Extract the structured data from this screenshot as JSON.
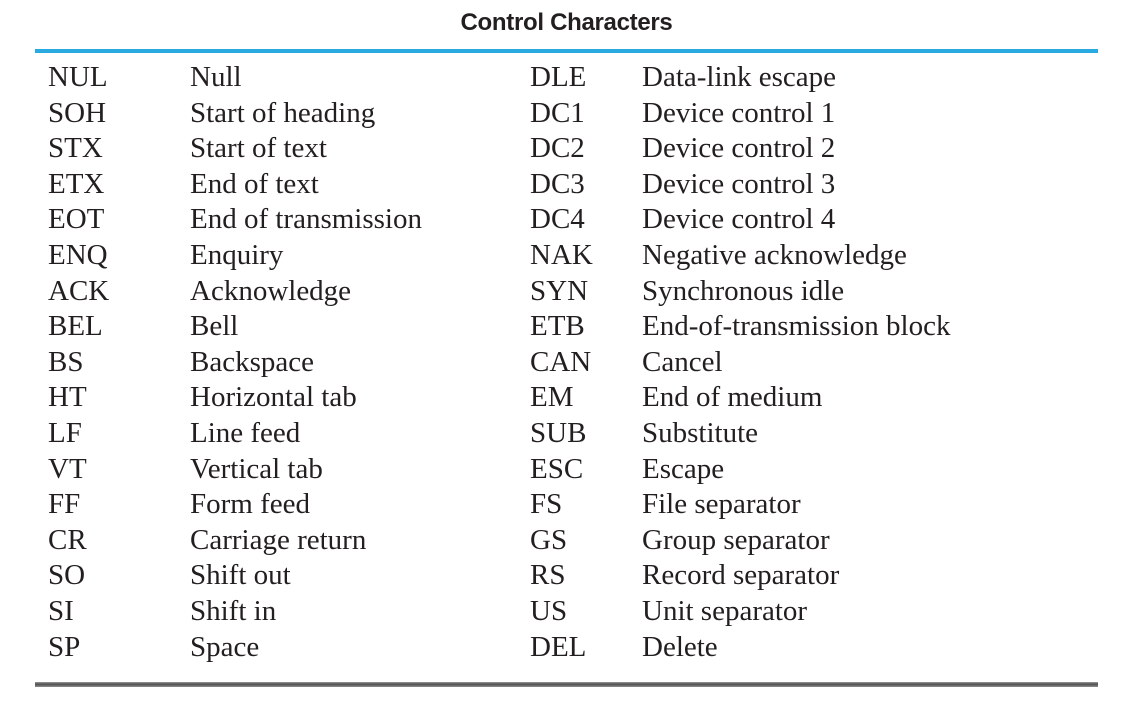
{
  "title": "Control Characters",
  "colors": {
    "accent": "#29abe2",
    "text": "#231f20",
    "bottom_rule": "#6e6e6e"
  },
  "table": {
    "rows": [
      {
        "abbr1": "NUL",
        "desc1": "Null",
        "abbr2": "DLE",
        "desc2": "Data-link escape"
      },
      {
        "abbr1": "SOH",
        "desc1": "Start of heading",
        "abbr2": "DC1",
        "desc2": "Device control 1"
      },
      {
        "abbr1": "STX",
        "desc1": "Start of text",
        "abbr2": "DC2",
        "desc2": "Device control 2"
      },
      {
        "abbr1": "ETX",
        "desc1": "End of text",
        "abbr2": "DC3",
        "desc2": "Device control 3"
      },
      {
        "abbr1": "EOT",
        "desc1": "End of transmission",
        "abbr2": "DC4",
        "desc2": "Device control 4"
      },
      {
        "abbr1": "ENQ",
        "desc1": "Enquiry",
        "abbr2": "NAK",
        "desc2": "Negative acknowledge"
      },
      {
        "abbr1": "ACK",
        "desc1": "Acknowledge",
        "abbr2": "SYN",
        "desc2": "Synchronous idle"
      },
      {
        "abbr1": "BEL",
        "desc1": "Bell",
        "abbr2": "ETB",
        "desc2": "End-of-transmission block"
      },
      {
        "abbr1": "BS",
        "desc1": "Backspace",
        "abbr2": "CAN",
        "desc2": "Cancel"
      },
      {
        "abbr1": "HT",
        "desc1": "Horizontal tab",
        "abbr2": "EM",
        "desc2": "End of medium"
      },
      {
        "abbr1": "LF",
        "desc1": "Line feed",
        "abbr2": "SUB",
        "desc2": "Substitute"
      },
      {
        "abbr1": "VT",
        "desc1": "Vertical tab",
        "abbr2": "ESC",
        "desc2": "Escape"
      },
      {
        "abbr1": "FF",
        "desc1": "Form feed",
        "abbr2": "FS",
        "desc2": "File separator"
      },
      {
        "abbr1": "CR",
        "desc1": "Carriage return",
        "abbr2": "GS",
        "desc2": "Group separator"
      },
      {
        "abbr1": "SO",
        "desc1": "Shift out",
        "abbr2": "RS",
        "desc2": "Record separator"
      },
      {
        "abbr1": "SI",
        "desc1": "Shift in",
        "abbr2": "US",
        "desc2": "Unit separator"
      },
      {
        "abbr1": "SP",
        "desc1": "Space",
        "abbr2": "DEL",
        "desc2": "Delete"
      }
    ]
  }
}
